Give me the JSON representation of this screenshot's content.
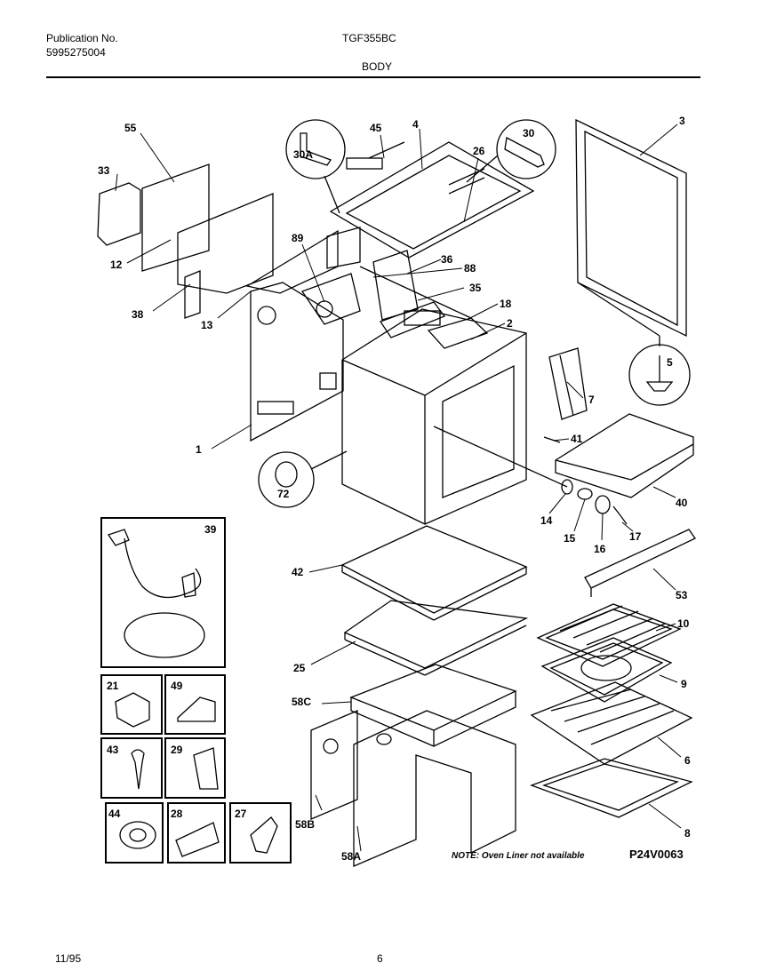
{
  "header": {
    "publication_label": "Publication No.",
    "publication_number": "5995275004",
    "model": "TGF355BC",
    "section": "BODY"
  },
  "diagram": {
    "note": "NOTE: Oven Liner not available",
    "code": "P24V0063",
    "callouts": [
      "55",
      "33",
      "12",
      "38",
      "13",
      "1",
      "72",
      "45",
      "4",
      "30A",
      "26",
      "30",
      "89",
      "36",
      "88",
      "35",
      "18",
      "2",
      "3",
      "5",
      "7",
      "41",
      "40",
      "14",
      "15",
      "16",
      "17",
      "53",
      "42",
      "25",
      "58C",
      "58B",
      "58A",
      "10",
      "9",
      "6",
      "8",
      "39",
      "21",
      "49",
      "43",
      "29",
      "44",
      "28",
      "27"
    ]
  },
  "footer": {
    "date": "11/95",
    "page": "6"
  }
}
